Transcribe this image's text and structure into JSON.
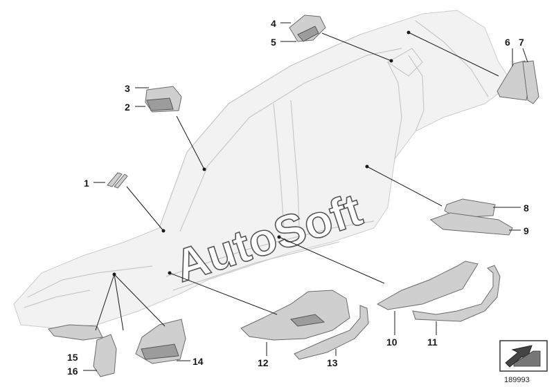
{
  "callouts": [
    "1",
    "2",
    "3",
    "4",
    "5",
    "6",
    "7",
    "8",
    "9",
    "10",
    "11",
    "12",
    "13",
    "14",
    "15",
    "16"
  ],
  "watermark": "AutoSoft",
  "reference_number": "189993",
  "colors": {
    "background": "#ffffff",
    "body_outline": "#c8c8c8",
    "part_fill": "#cfcfcf",
    "text": "#1a1a1a"
  },
  "icons": {
    "catalog_badge": "arrow-badge-icon"
  }
}
